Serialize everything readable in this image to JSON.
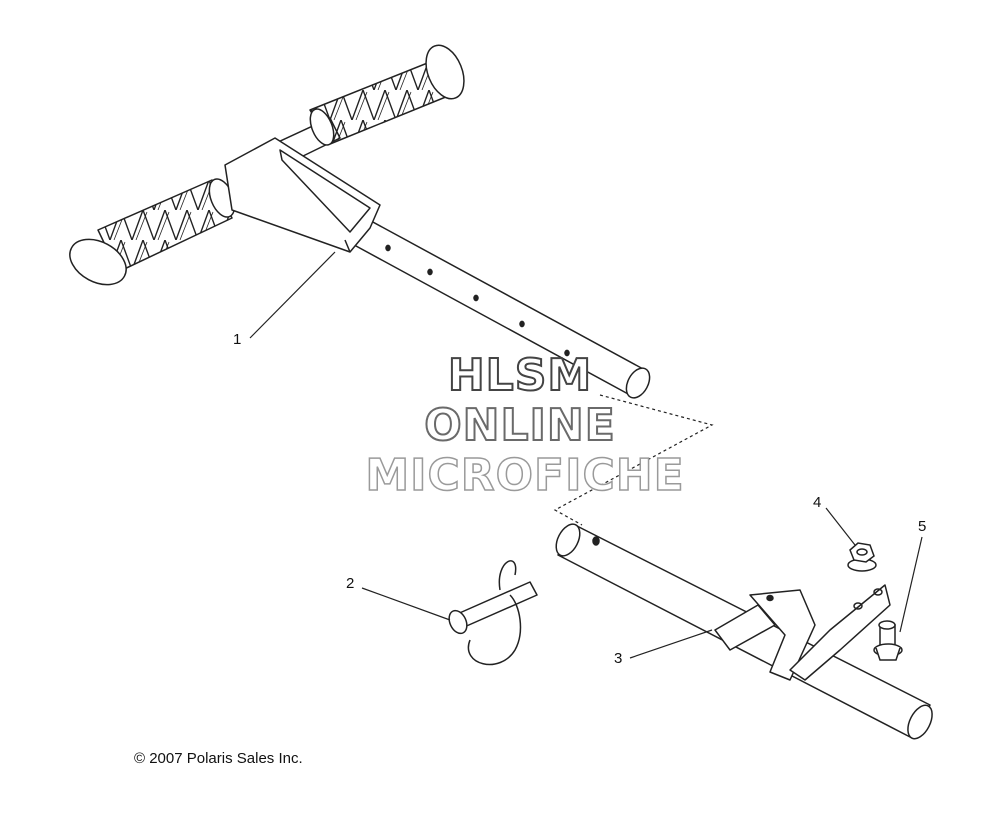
{
  "watermark": {
    "line1": "HLSM",
    "line2": "ONLINE",
    "line3": "MICROFICHE"
  },
  "callouts": [
    {
      "id": "1",
      "label": "1"
    },
    {
      "id": "2",
      "label": "2"
    },
    {
      "id": "3",
      "label": "3"
    },
    {
      "id": "4",
      "label": "4"
    },
    {
      "id": "5",
      "label": "5"
    }
  ],
  "copyright": "© 2007 Polaris Sales Inc."
}
